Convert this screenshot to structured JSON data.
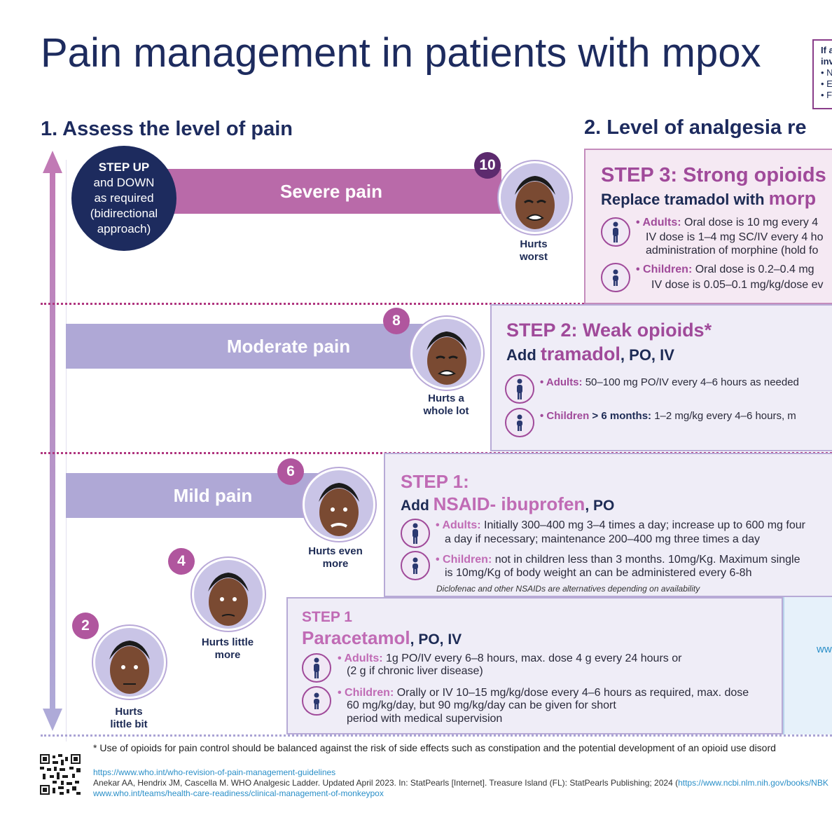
{
  "title": "Pain management in patients with mpox",
  "note": {
    "lines": [
      "If a",
      "inv",
      "• N",
      "• E",
      "• F"
    ]
  },
  "section1": "1.  Assess the level of pain",
  "section2": "2. Level of analgesia re",
  "stepupdown": {
    "l1": "STEP UP",
    "l2": "and DOWN",
    "l3": "as required",
    "l4": "(bidirectional",
    "l5": "approach)"
  },
  "levels": {
    "severe": {
      "label": "Severe pain",
      "badge": "10",
      "face1": "Hurts",
      "face2": "worst"
    },
    "moderate": {
      "label": "Moderate pain",
      "badge": "8",
      "face1": "Hurts a",
      "face2": "whole lot"
    },
    "mild": {
      "label": "Mild pain",
      "badge": "6",
      "face1": "Hurts even",
      "face2": "more"
    },
    "four": {
      "badge": "4",
      "face1": "Hurts little",
      "face2": "more"
    },
    "two": {
      "badge": "2",
      "face1": "Hurts",
      "face2": "little bit"
    }
  },
  "step3": {
    "title": "STEP 3: Strong opioids",
    "sub_prefix": "Replace tramadol with ",
    "sub_drug": "morp",
    "adults_label": "• Adults:",
    "adults_l1": " Oral dose is 10 mg every 4",
    "adults_l2": "IV dose is 1–4 mg SC/IV every 4 ho",
    "adults_l3": "administration of morphine (hold fo",
    "children_label": "•  Children:",
    "children_l1": " Oral dose is 0.2–0.4 mg",
    "children_l2": "IV dose is 0.05–0.1 mg/kg/dose ev"
  },
  "step2": {
    "title": "STEP 2: Weak opioids*",
    "sub_prefix": "Add ",
    "sub_drug": "tramadol",
    "sub_route": ", PO, IV",
    "adults_label": "• Adults:",
    "adults_l1": " 50–100 mg PO/IV every 4–6 hours as needed",
    "children_label": "• Children",
    "children_mid": " > 6 months:",
    "children_l1": " 1–2 mg/kg every 4–6 hours, m"
  },
  "step1b": {
    "title": "STEP 1:",
    "sub_prefix": "Add ",
    "sub_drug": "NSAID- ibuprofen",
    "sub_route": ", PO",
    "adults_label": "• Adults:",
    "adults_l1": " Initially 300–400 mg 3–4 times a day; increase up to 600 mg four",
    "adults_l2": "a day if necessary; maintenance 200–400 mg three times a day",
    "children_label": "• Children:",
    "children_l1": " not in children less than 3 months. 10mg/Kg. Maximum single",
    "children_l2": "is 10mg/Kg of body weight an can be administered every 6-8h",
    "note": "Diclofenac and other NSAIDs are alternatives depending on availability"
  },
  "step1a": {
    "title": "STEP 1",
    "sub_drug": "Paracetamol",
    "sub_route": ", PO, IV",
    "adults_label": "• Adults:",
    "adults_l1": " 1g PO/IV every 6–8 hours, max. dose  4 g every 24 hours or",
    "adults_l2": "(2 g if chronic liver disease)",
    "children_label": "• Children:",
    "children_l1": " Orally or IV 10–15 mg/kg/dose every 4–6 hours as required, max. dose",
    "children_l2": "60 mg/kg/day, but 90 mg/kg/day can be given for short",
    "children_l3": "period with medical supervision"
  },
  "side_link": "ww",
  "footnote": "* Use of opioids for pain control should be balanced against the risk of side effects such as constipation and the potential development of an opioid use disord",
  "refs": {
    "r1": "https://www.who.int/who-revision-of-pain-management-guidelines",
    "r2_text": "Anekar AA, Hendrix JM, Cascella M. WHO Analgesic Ladder. Updated April 2023.  In: StatPearls [Internet]. Treasure Island (FL): StatPearls Publishing; 2024 (",
    "r2_link": "https://www.ncbi.nlm.nih.gov/books/NBK",
    "r3": "www.who.int/teams/health-care-readiness/clinical-management-of-monkeypox"
  },
  "colors": {
    "navy": "#1d2b5e",
    "purple": "#a04a9a",
    "severe": "#b96aa9",
    "lavender": "#afa8d6",
    "badge": "#b0569e"
  }
}
